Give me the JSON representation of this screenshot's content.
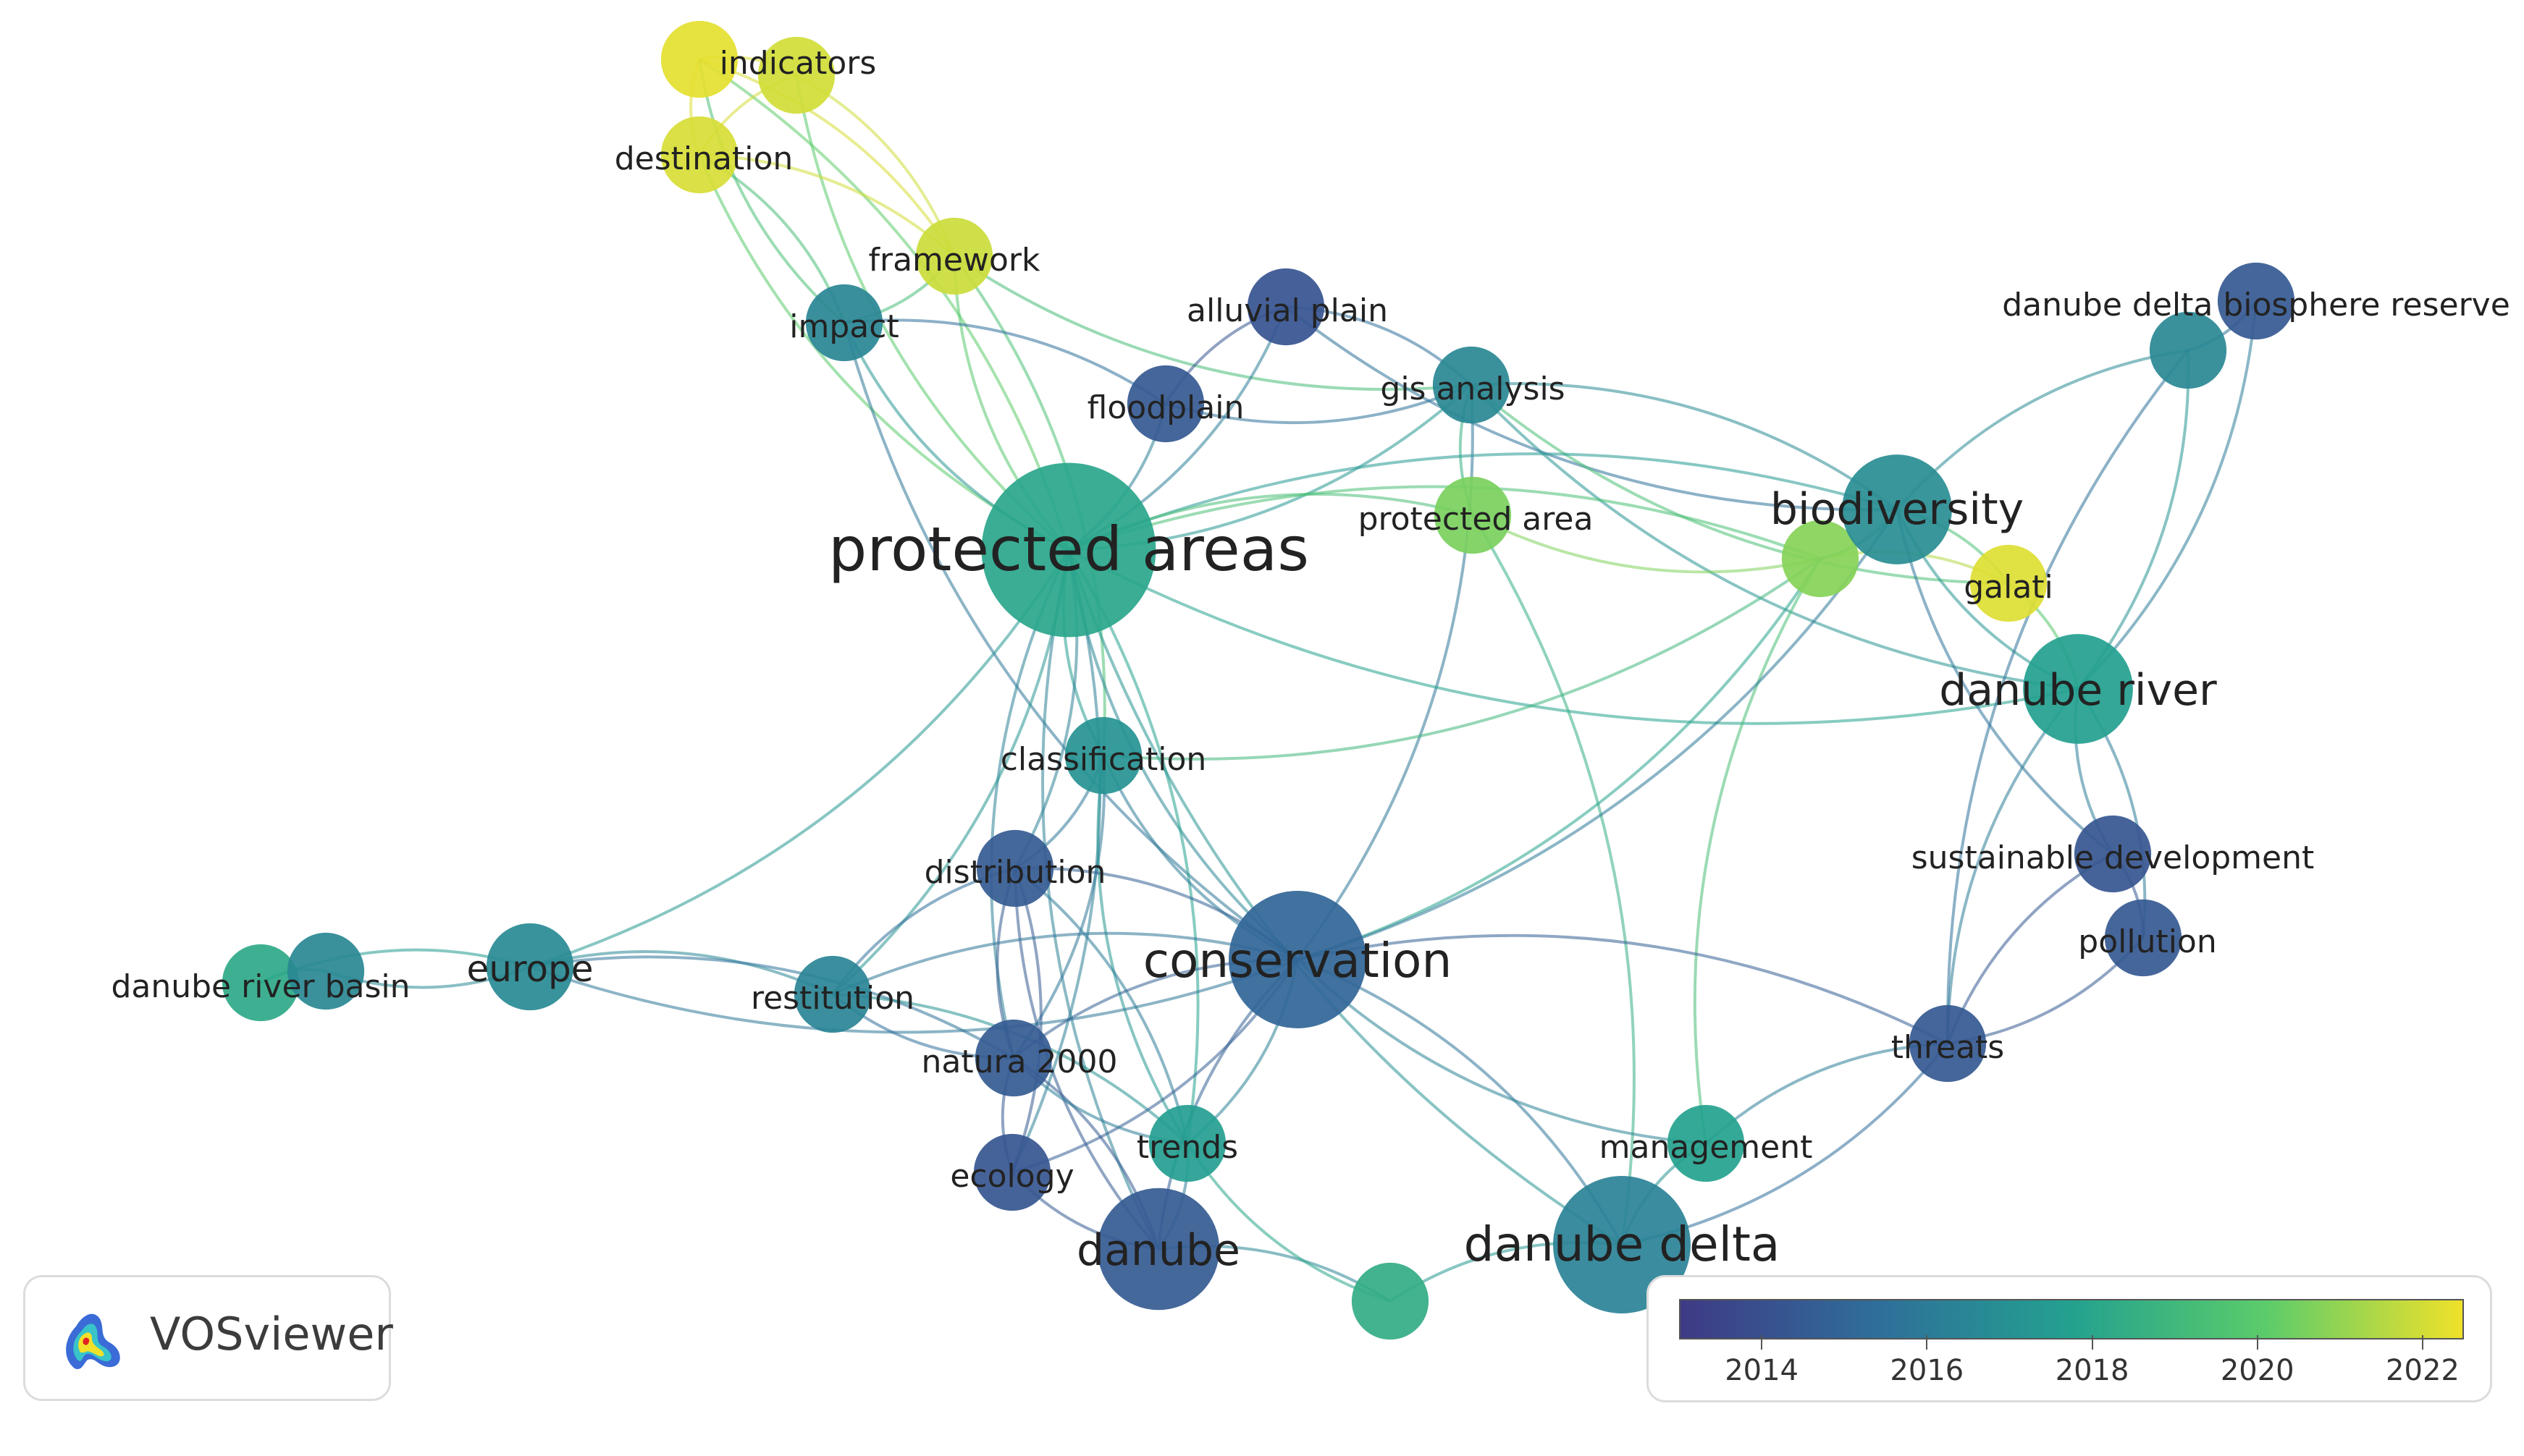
{
  "app": {
    "name": "VOSviewer"
  },
  "colorscale": {
    "stops": [
      "#3e3a85",
      "#2f6e9a",
      "#23a18f",
      "#5ccc6a",
      "#f0e12a"
    ],
    "ticks": [
      {
        "label": "2014",
        "value": 2014
      },
      {
        "label": "2016",
        "value": 2016
      },
      {
        "label": "2018",
        "value": 2018
      },
      {
        "label": "2020",
        "value": 2020
      },
      {
        "label": "2022",
        "value": 2022
      }
    ],
    "min": 2013.0,
    "max": 2022.5
  },
  "network": {
    "nodes": [
      {
        "id": "indicators",
        "label": "indicators",
        "year": 2022.3,
        "weight": 2
      },
      {
        "id": "indicators2",
        "label": "",
        "year": 2022.0,
        "weight": 2
      },
      {
        "id": "destination",
        "label": "destination",
        "year": 2022.1,
        "weight": 2
      },
      {
        "id": "framework",
        "label": "framework",
        "year": 2021.9,
        "weight": 2
      },
      {
        "id": "impact",
        "label": "impact",
        "year": 2016.5,
        "weight": 2
      },
      {
        "id": "alluvial_plain",
        "label": "alluvial plain",
        "year": 2014.2,
        "weight": 2
      },
      {
        "id": "floodplain",
        "label": "floodplain",
        "year": 2014.4,
        "weight": 2
      },
      {
        "id": "gis_analysis",
        "label": "gis analysis",
        "year": 2016.6,
        "weight": 2
      },
      {
        "id": "protected_areas",
        "label": "protected areas",
        "year": 2018.0,
        "weight": 20
      },
      {
        "id": "protected_area",
        "label": "protected area",
        "year": 2020.6,
        "weight": 2
      },
      {
        "id": "green_node",
        "label": "",
        "year": 2020.8,
        "weight": 2
      },
      {
        "id": "galati",
        "label": "galati",
        "year": 2022.2,
        "weight": 2
      },
      {
        "id": "biodiversity",
        "label": "biodiversity",
        "year": 2016.8,
        "weight": 6
      },
      {
        "id": "danube_delta_biosphere_reserve",
        "label": "danube delta biosphere reserve",
        "year": 2014.4,
        "weight": 2
      },
      {
        "id": "ddbr_teal",
        "label": "",
        "year": 2016.6,
        "weight": 2
      },
      {
        "id": "danube_river",
        "label": "danube river",
        "year": 2017.7,
        "weight": 6
      },
      {
        "id": "classification",
        "label": "classification",
        "year": 2017.1,
        "weight": 2
      },
      {
        "id": "distribution",
        "label": "distribution",
        "year": 2014.5,
        "weight": 2
      },
      {
        "id": "sustainable_development",
        "label": "sustainable development",
        "year": 2014.3,
        "weight": 2
      },
      {
        "id": "pollution",
        "label": "pollution",
        "year": 2014.4,
        "weight": 2
      },
      {
        "id": "europe",
        "label": "europe",
        "year": 2016.7,
        "weight": 3
      },
      {
        "id": "danube_river_basin",
        "label": "danube river basin",
        "year": 2018.2,
        "weight": 2
      },
      {
        "id": "drb_teal",
        "label": "",
        "year": 2016.6,
        "weight": 2
      },
      {
        "id": "restitution",
        "label": "restitution",
        "year": 2016.4,
        "weight": 2
      },
      {
        "id": "conservation",
        "label": "conservation",
        "year": 2015.0,
        "weight": 11
      },
      {
        "id": "natura_2000",
        "label": "natura 2000",
        "year": 2014.5,
        "weight": 2
      },
      {
        "id": "threats",
        "label": "threats",
        "year": 2014.4,
        "weight": 2
      },
      {
        "id": "management",
        "label": "management",
        "year": 2017.8,
        "weight": 2
      },
      {
        "id": "trends",
        "label": "trends",
        "year": 2017.6,
        "weight": 2
      },
      {
        "id": "ecology",
        "label": "ecology",
        "year": 2014.3,
        "weight": 2
      },
      {
        "id": "danube",
        "label": "danube",
        "year": 2014.5,
        "weight": 8
      },
      {
        "id": "danube_delta",
        "label": "danube delta",
        "year": 2016.3,
        "weight": 11
      },
      {
        "id": "green_bottom",
        "label": "",
        "year": 2018.4,
        "weight": 2
      }
    ],
    "edges": [
      [
        "indicators",
        "indicators2"
      ],
      [
        "indicators",
        "destination"
      ],
      [
        "indicators",
        "framework"
      ],
      [
        "indicators",
        "impact"
      ],
      [
        "indicators",
        "protected_areas"
      ],
      [
        "indicators2",
        "destination"
      ],
      [
        "indicators2",
        "framework"
      ],
      [
        "indicators2",
        "protected_areas"
      ],
      [
        "destination",
        "framework"
      ],
      [
        "destination",
        "protected_areas"
      ],
      [
        "destination",
        "impact"
      ],
      [
        "framework",
        "protected_areas"
      ],
      [
        "framework",
        "impact"
      ],
      [
        "framework",
        "gis_analysis"
      ],
      [
        "framework",
        "classification"
      ],
      [
        "impact",
        "protected_areas"
      ],
      [
        "impact",
        "floodplain"
      ],
      [
        "impact",
        "conservation"
      ],
      [
        "alluvial_plain",
        "protected_areas"
      ],
      [
        "alluvial_plain",
        "floodplain"
      ],
      [
        "alluvial_plain",
        "gis_analysis"
      ],
      [
        "alluvial_plain",
        "biodiversity"
      ],
      [
        "floodplain",
        "protected_areas"
      ],
      [
        "floodplain",
        "gis_analysis"
      ],
      [
        "gis_analysis",
        "protected_areas"
      ],
      [
        "gis_analysis",
        "protected_area"
      ],
      [
        "gis_analysis",
        "biodiversity"
      ],
      [
        "gis_analysis",
        "galati"
      ],
      [
        "gis_analysis",
        "conservation"
      ],
      [
        "gis_analysis",
        "danube_river"
      ],
      [
        "protected_areas",
        "biodiversity"
      ],
      [
        "protected_areas",
        "danube_river"
      ],
      [
        "protected_areas",
        "green_node"
      ],
      [
        "protected_areas",
        "classification"
      ],
      [
        "protected_areas",
        "distribution"
      ],
      [
        "protected_areas",
        "conservation"
      ],
      [
        "protected_areas",
        "europe"
      ],
      [
        "protected_areas",
        "natura_2000"
      ],
      [
        "protected_areas",
        "trends"
      ],
      [
        "protected_areas",
        "danube_delta"
      ],
      [
        "protected_areas",
        "restitution"
      ],
      [
        "protected_areas",
        "danube"
      ],
      [
        "protected_areas",
        "ecology"
      ],
      [
        "protected_area",
        "green_node"
      ],
      [
        "protected_area",
        "danube_delta"
      ],
      [
        "protected_area",
        "protected_areas"
      ],
      [
        "green_node",
        "galati"
      ],
      [
        "green_node",
        "biodiversity"
      ],
      [
        "green_node",
        "conservation"
      ],
      [
        "green_node",
        "management"
      ],
      [
        "green_node",
        "classification"
      ],
      [
        "galati",
        "biodiversity"
      ],
      [
        "galati",
        "danube_river"
      ],
      [
        "biodiversity",
        "danube_river"
      ],
      [
        "biodiversity",
        "ddbr_teal"
      ],
      [
        "biodiversity",
        "sustainable_development"
      ],
      [
        "biodiversity",
        "conservation"
      ],
      [
        "ddbr_teal",
        "danube_delta_biosphere_reserve"
      ],
      [
        "ddbr_teal",
        "danube_river"
      ],
      [
        "ddbr_teal",
        "threats"
      ],
      [
        "danube_delta_biosphere_reserve",
        "danube_river"
      ],
      [
        "danube_river",
        "sustainable_development"
      ],
      [
        "danube_river",
        "pollution"
      ],
      [
        "danube_river",
        "threats"
      ],
      [
        "sustainable_development",
        "pollution"
      ],
      [
        "sustainable_development",
        "threats"
      ],
      [
        "pollution",
        "threats"
      ],
      [
        "threats",
        "conservation"
      ],
      [
        "threats",
        "danube_delta"
      ],
      [
        "threats",
        "management"
      ],
      [
        "classification",
        "distribution"
      ],
      [
        "classification",
        "conservation"
      ],
      [
        "classification",
        "natura_2000"
      ],
      [
        "classification",
        "trends"
      ],
      [
        "distribution",
        "conservation"
      ],
      [
        "distribution",
        "natura_2000"
      ],
      [
        "distribution",
        "ecology"
      ],
      [
        "distribution",
        "danube"
      ],
      [
        "distribution",
        "trends"
      ],
      [
        "distribution",
        "restitution"
      ],
      [
        "europe",
        "drb_teal"
      ],
      [
        "europe",
        "danube_river_basin"
      ],
      [
        "europe",
        "restitution"
      ],
      [
        "europe",
        "conservation"
      ],
      [
        "europe",
        "natura_2000"
      ],
      [
        "drb_teal",
        "danube_river_basin"
      ],
      [
        "restitution",
        "conservation"
      ],
      [
        "restitution",
        "natura_2000"
      ],
      [
        "restitution",
        "trends"
      ],
      [
        "conservation",
        "natura_2000"
      ],
      [
        "conservation",
        "trends"
      ],
      [
        "conservation",
        "danube"
      ],
      [
        "conservation",
        "danube_delta"
      ],
      [
        "conservation",
        "management"
      ],
      [
        "conservation",
        "ecology"
      ],
      [
        "natura_2000",
        "ecology"
      ],
      [
        "natura_2000",
        "danube"
      ],
      [
        "natura_2000",
        "trends"
      ],
      [
        "trends",
        "danube"
      ],
      [
        "ecology",
        "danube"
      ],
      [
        "danube",
        "green_bottom"
      ],
      [
        "danube_delta",
        "green_bottom"
      ],
      [
        "danube_delta",
        "management"
      ],
      [
        "trends",
        "green_bottom"
      ]
    ]
  }
}
